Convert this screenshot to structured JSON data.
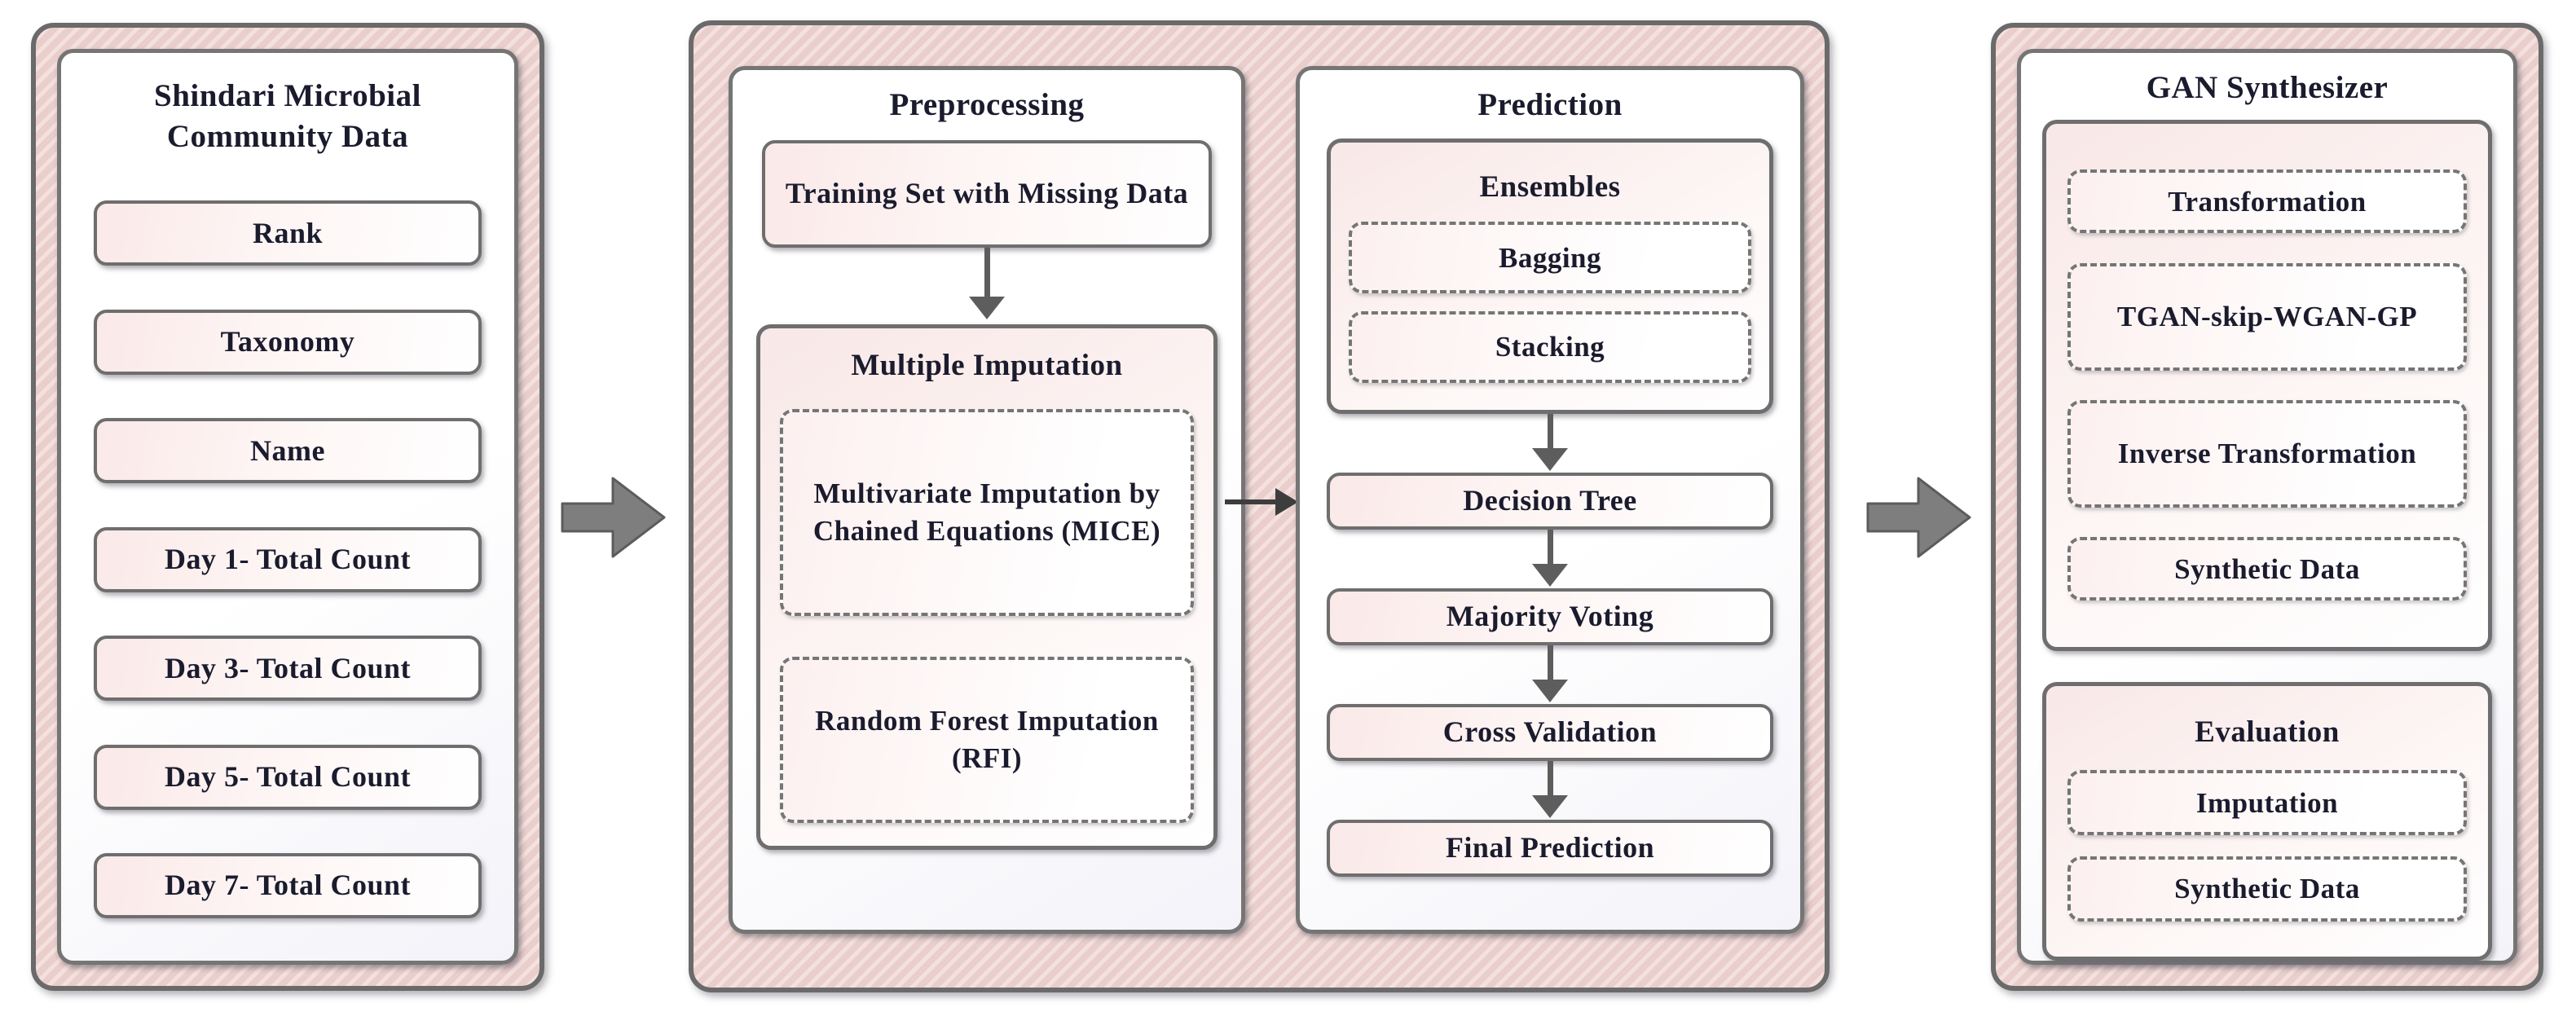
{
  "source_panel": {
    "title": "Shindari Microbial Community Data",
    "fields": [
      "Rank",
      "Taxonomy",
      "Name",
      "Day 1- Total Count",
      "Day 3- Total Count",
      "Day 5- Total Count",
      "Day 7- Total Count"
    ]
  },
  "preprocessing_panel": {
    "title": "Preprocessing",
    "training_box": "Training Set with Missing Data",
    "imputation_group": {
      "title": "Multiple Imputation",
      "methods": [
        "Multivariate Imputation by Chained Equations (MICE)",
        "Random Forest Imputation (RFI)"
      ]
    }
  },
  "prediction_panel": {
    "title": "Prediction",
    "ensembles_group": {
      "title": "Ensembles",
      "methods": [
        "Bagging",
        "Stacking"
      ]
    },
    "steps": [
      "Decision Tree",
      "Majority Voting",
      "Cross Validation",
      "Final Prediction"
    ]
  },
  "gan_panel": {
    "title": "GAN Synthesizer",
    "pipeline_group": {
      "stages": [
        "Transformation",
        "TGAN-skip-WGAN-GP",
        "Inverse Transformation",
        "Synthetic Data"
      ]
    },
    "evaluation_group": {
      "title": "Evaluation",
      "items": [
        "Imputation",
        "Synthetic Data"
      ]
    }
  },
  "icons": {
    "stage_flow_arrow": "block-arrow-right",
    "step_arrow": "thin-arrow-down",
    "stage_link_arrow": "thin-arrow-right"
  },
  "colors": {
    "hatch_base": "#e9cecb",
    "hatch_stripe": "#f4e1df",
    "panel_border": "#6e6e6e",
    "box_tint": "#fae9e8",
    "text": "#1b1b2e",
    "block_arrow": "#7e7e7e",
    "thin_arrow": "#5d5d5d"
  }
}
